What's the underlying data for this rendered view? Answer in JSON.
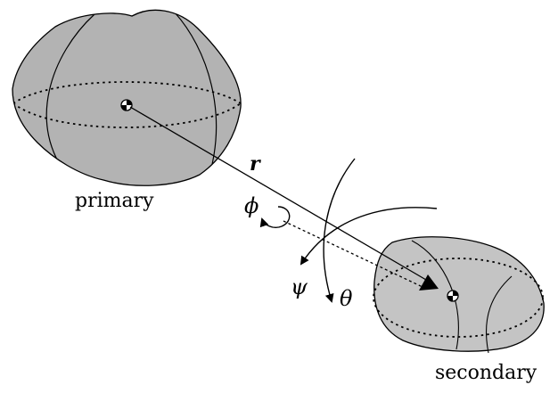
{
  "labels": {
    "primary": "primary",
    "secondary": "secondary",
    "r": "r",
    "phi": "ϕ",
    "psi": "ψ",
    "theta": "θ"
  },
  "colors": {
    "body_fill": "#b3b3b3",
    "secondary_fill": "#c4c4c4",
    "stroke": "#000000"
  }
}
